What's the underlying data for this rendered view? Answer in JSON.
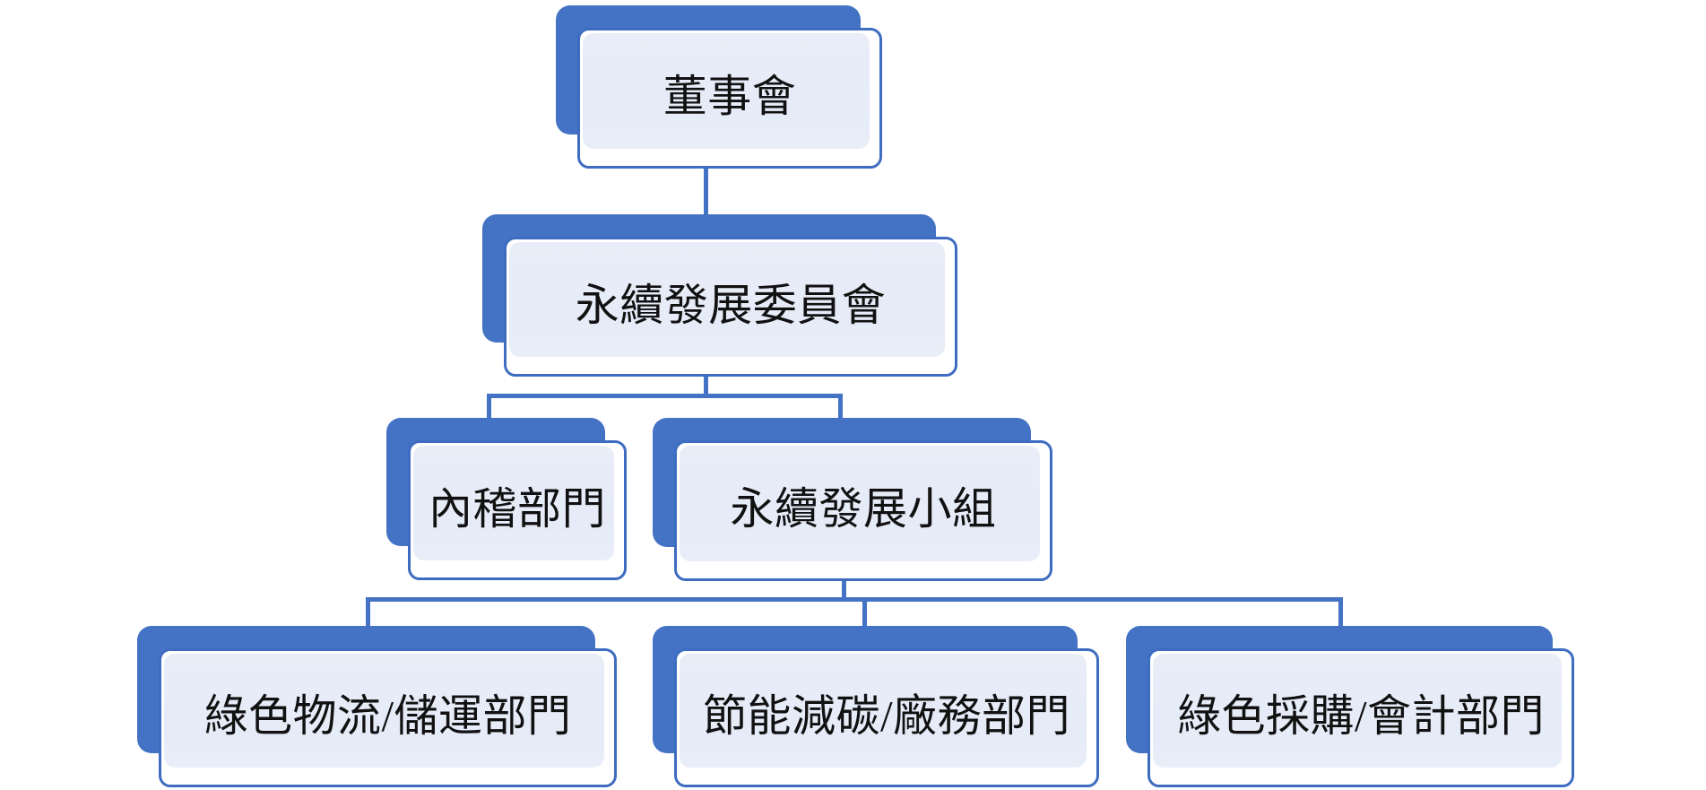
{
  "diagram": {
    "type": "org-chart",
    "background": "#FFFFFF",
    "colors": {
      "shadow_panel": "#4472C4",
      "card_border": "#3E6CC0",
      "card_fill_top": "#E9EDF8",
      "card_fill_bottom": "#E9EEF9",
      "connector": "#4472C4",
      "text": "#111111"
    },
    "nodes": [
      {
        "id": "board",
        "label": "董事會",
        "level": 1,
        "parent": null
      },
      {
        "id": "sustainability-committee",
        "label": "永續發展委員會",
        "level": 2,
        "parent": "board"
      },
      {
        "id": "internal-audit",
        "label": "內稽部門",
        "level": 3,
        "parent": "sustainability-committee"
      },
      {
        "id": "sustainability-team",
        "label": "永續發展小組",
        "level": 3,
        "parent": "sustainability-committee"
      },
      {
        "id": "green-logistics",
        "label": "綠色物流/儲運部門",
        "level": 4,
        "parent": "sustainability-team"
      },
      {
        "id": "energy-carbon",
        "label": "節能減碳/廠務部門",
        "level": 4,
        "parent": "sustainability-team"
      },
      {
        "id": "green-procurement",
        "label": "綠色採購/會計部門",
        "level": 4,
        "parent": "sustainability-team"
      }
    ]
  }
}
